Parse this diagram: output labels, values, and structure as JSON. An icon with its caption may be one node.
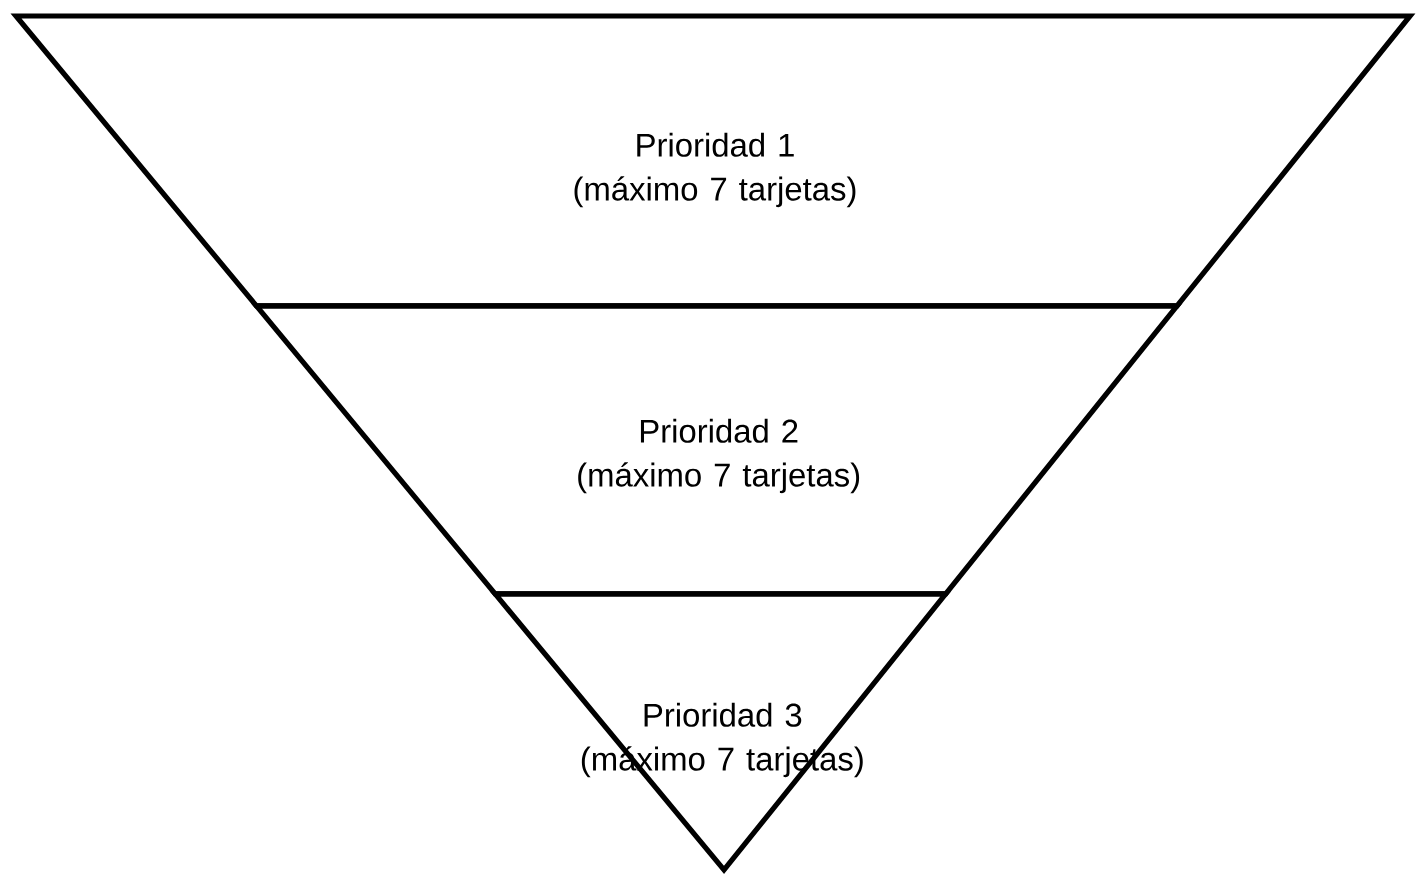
{
  "diagram": {
    "nodes": [
      {
        "text": [
          "Prioridad 1 (máximo 7 tarjetas)"
        ]
      },
      {
        "text": [
          "Prioridad 2 (máximo 7 tarjetas)"
        ]
      },
      {
        "text": [
          "Prioridad 3 (máximo 7 tarjetas)"
        ]
      }
    ]
  }
}
